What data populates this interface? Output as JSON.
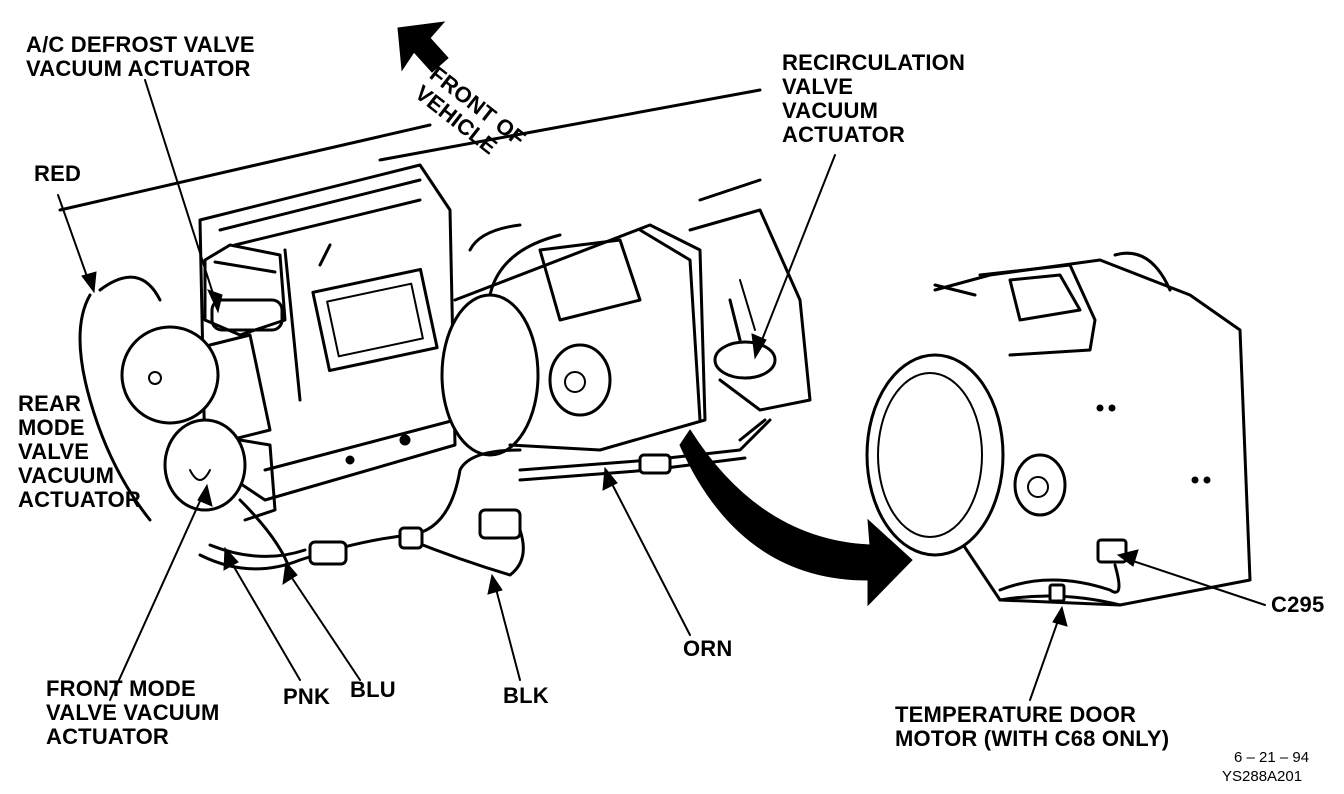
{
  "labels": {
    "ac_defrost": [
      "A/C DEFROST VALVE",
      "VACUUM ACTUATOR"
    ],
    "front_of_vehicle": [
      "FRONT OF",
      "VEHICLE"
    ],
    "recirculation": [
      "RECIRCULATION",
      "VALVE",
      "VACUUM",
      "ACTUATOR"
    ],
    "red": "RED",
    "rear_mode": [
      "REAR",
      "MODE",
      "VALVE",
      "VACUUM",
      "ACTUATOR"
    ],
    "front_mode": [
      "FRONT MODE",
      "VALVE VACUUM",
      "ACTUATOR"
    ],
    "pnk": "PNK",
    "blu": "BLU",
    "blk": "BLK",
    "orn": "ORN",
    "c295": "C295",
    "temp_door": [
      "TEMPERATURE DOOR",
      "MOTOR (WITH C68 ONLY)"
    ]
  },
  "reference": {
    "date": "6 – 21 – 94",
    "code": "YS288A201"
  }
}
